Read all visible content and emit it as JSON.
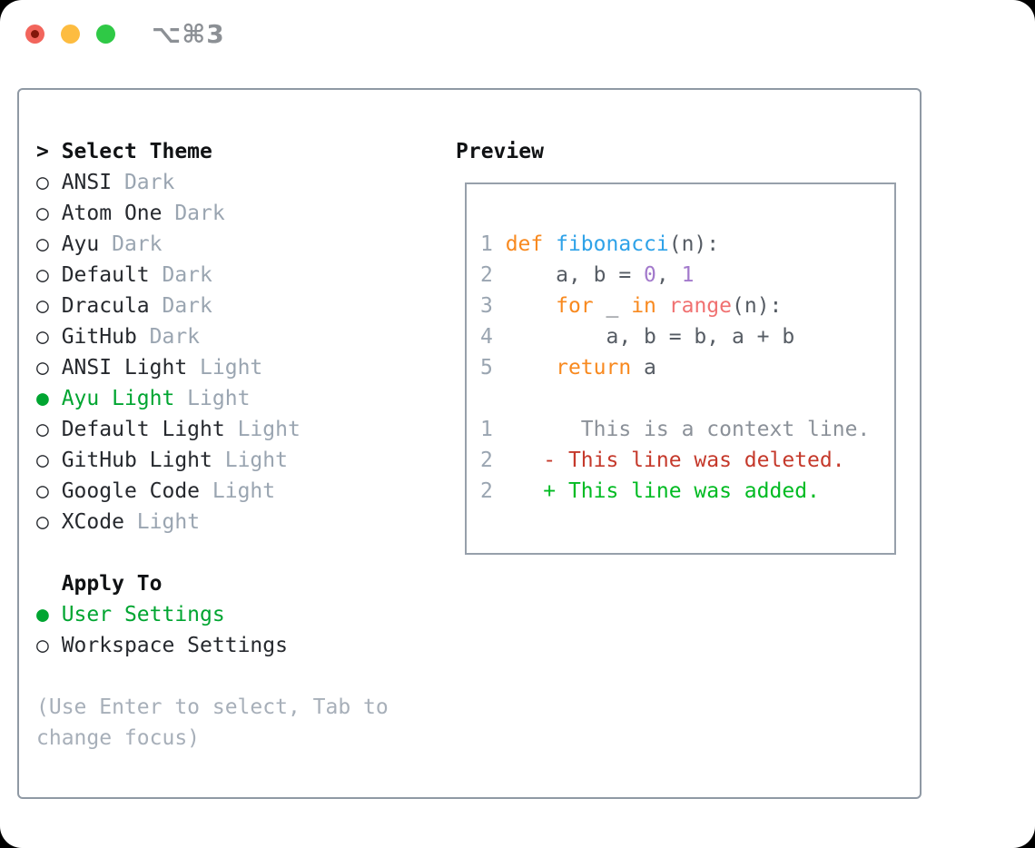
{
  "window": {
    "title": "⌥⌘3"
  },
  "traffic_lights": {
    "close_color": "#f2655c",
    "close_dot_color": "#83170b",
    "minimize_color": "#fdbc40",
    "zoom_color": "#2fc946"
  },
  "panel": {
    "border_color": "#8f99a4",
    "theme_section": {
      "header_prefix": ">",
      "header": "Select Theme",
      "unselected_marker": "○",
      "selected_marker": "●",
      "items": [
        {
          "name": "ANSI",
          "variant": "Dark",
          "selected": false
        },
        {
          "name": "Atom One",
          "variant": "Dark",
          "selected": false
        },
        {
          "name": "Ayu",
          "variant": "Dark",
          "selected": false
        },
        {
          "name": "Default",
          "variant": "Dark",
          "selected": false
        },
        {
          "name": "Dracula",
          "variant": "Dark",
          "selected": false
        },
        {
          "name": "GitHub",
          "variant": "Dark",
          "selected": false
        },
        {
          "name": "ANSI Light",
          "variant": "Light",
          "selected": false
        },
        {
          "name": "Ayu Light",
          "variant": "Light",
          "selected": true
        },
        {
          "name": "Default Light",
          "variant": "Light",
          "selected": false
        },
        {
          "name": "GitHub Light",
          "variant": "Light",
          "selected": false
        },
        {
          "name": "Google Code",
          "variant": "Light",
          "selected": false
        },
        {
          "name": "XCode",
          "variant": "Light",
          "selected": false
        }
      ]
    },
    "apply_section": {
      "header": "Apply To",
      "options": [
        {
          "label": "User Settings",
          "selected": true
        },
        {
          "label": "Workspace Settings",
          "selected": false
        }
      ]
    },
    "help_lines": [
      "(Use Enter to select, Tab to",
      "change focus)"
    ]
  },
  "preview": {
    "title": "Preview",
    "box_border_color": "#97a0ab",
    "lines": [
      {
        "num": "1",
        "segments": [
          {
            "t": "def",
            "c": "kw"
          },
          {
            "t": " ",
            "c": "fg"
          },
          {
            "t": "fibonacci",
            "c": "fn"
          },
          {
            "t": "(n):",
            "c": "fg"
          }
        ]
      },
      {
        "num": "2",
        "segments": [
          {
            "t": "    a, b = ",
            "c": "fg"
          },
          {
            "t": "0",
            "c": "num"
          },
          {
            "t": ", ",
            "c": "fg"
          },
          {
            "t": "1",
            "c": "num"
          }
        ]
      },
      {
        "num": "3",
        "segments": [
          {
            "t": "    ",
            "c": "fg"
          },
          {
            "t": "for",
            "c": "kw"
          },
          {
            "t": " _ ",
            "c": "fg"
          },
          {
            "t": "in",
            "c": "kw"
          },
          {
            "t": " ",
            "c": "fg"
          },
          {
            "t": "range",
            "c": "sp"
          },
          {
            "t": "(n):",
            "c": "fg"
          }
        ]
      },
      {
        "num": "4",
        "segments": [
          {
            "t": "        a, b = b, a + b",
            "c": "fg"
          }
        ]
      },
      {
        "num": "5",
        "segments": [
          {
            "t": "    ",
            "c": "fg"
          },
          {
            "t": "return",
            "c": "kw"
          },
          {
            "t": " a",
            "c": "fg"
          }
        ]
      },
      null,
      {
        "num": "1",
        "segments": [
          {
            "t": "      This is a context line.",
            "c": "ctx"
          }
        ]
      },
      {
        "num": "2",
        "segments": [
          {
            "t": "   - This line was deleted.",
            "c": "del"
          }
        ]
      },
      {
        "num": "2",
        "segments": [
          {
            "t": "   + This line was added.",
            "c": "add"
          }
        ]
      }
    ]
  },
  "colors": {
    "fg": "#565c64",
    "dark": "#26292e",
    "header": "#101214",
    "muted": "#9aa5b1",
    "lineNum": "#9aa5b1",
    "help": "#a7afb9",
    "green": "#00a531",
    "kw": "#f8891f",
    "fn": "#2ea2e8",
    "num": "#a37acc",
    "sp": "#f07171",
    "ctx": "#8b9199",
    "del": "#c5392b",
    "add": "#00bb22",
    "title": "#8c9095"
  }
}
